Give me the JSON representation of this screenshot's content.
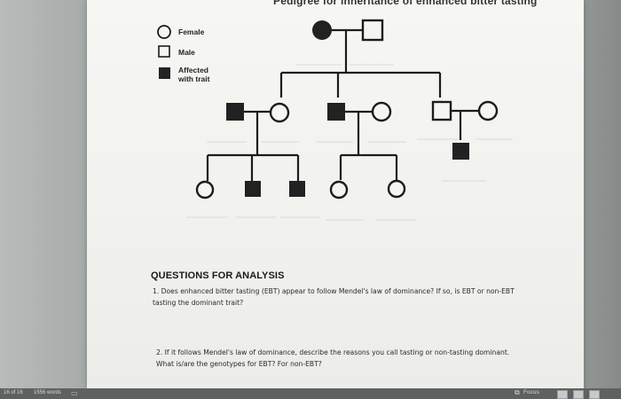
{
  "document": {
    "header_fragment": "Pedigree for inheritance of enhanced bitter tasting"
  },
  "legend": {
    "female": "Female",
    "male": "Male",
    "affected_line1": "Affected",
    "affected_line2": "with trait"
  },
  "questions": {
    "title": "QUESTIONS FOR ANALYSIS",
    "q1": "1. Does enhanced bitter tasting (EBT) appear to follow Mendel's law of dominance? If so, is EBT or non-EBT tasting the dominant trait?",
    "q2": "2. If it follows Mendel's law of dominance, describe the reasons you call tasting or non-tasting dominant. What is/are the genotypes for EBT? For non-EBT?"
  },
  "status_bar": {
    "page": "16 of 16",
    "words": "1556 words",
    "focus": "Focus"
  },
  "colors": {
    "affected": "#222222",
    "outline": "#1c1c1c"
  }
}
